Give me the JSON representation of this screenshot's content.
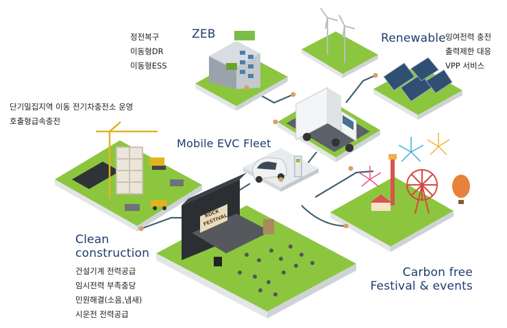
{
  "zeb": {
    "title": "ZEB",
    "notes": [
      "정전복구",
      "이동형DR",
      "이동형ESS"
    ]
  },
  "renewable": {
    "title": "Renewable",
    "notes": [
      "잉여전력 충전",
      "출력제한 대응",
      "VPP 서비스"
    ]
  },
  "charging": {
    "notes": [
      "단기밀집지역 이동 전기차충전소 운영",
      "호출형급속충전"
    ]
  },
  "mobile_fleet": {
    "title": "Mobile EVC Fleet"
  },
  "construction": {
    "title_lines": [
      "Clean",
      "construction"
    ],
    "notes": [
      "건설기계 전력공급",
      "임시전력 부족충당",
      "민원해결(소음,냄새)",
      "시운전 전력공급"
    ]
  },
  "festival": {
    "title_lines": [
      "Carbon free",
      "Festival & events"
    ],
    "stage_sign": [
      "ROCK",
      "FESTIVAL"
    ]
  },
  "colors": {
    "title": "#1f3a6e",
    "grass": "#8cc63f",
    "grass_dark": "#6aa330",
    "platform_side": "#e6e8ea",
    "connector": "#3f6070",
    "node": "#d6a064"
  }
}
